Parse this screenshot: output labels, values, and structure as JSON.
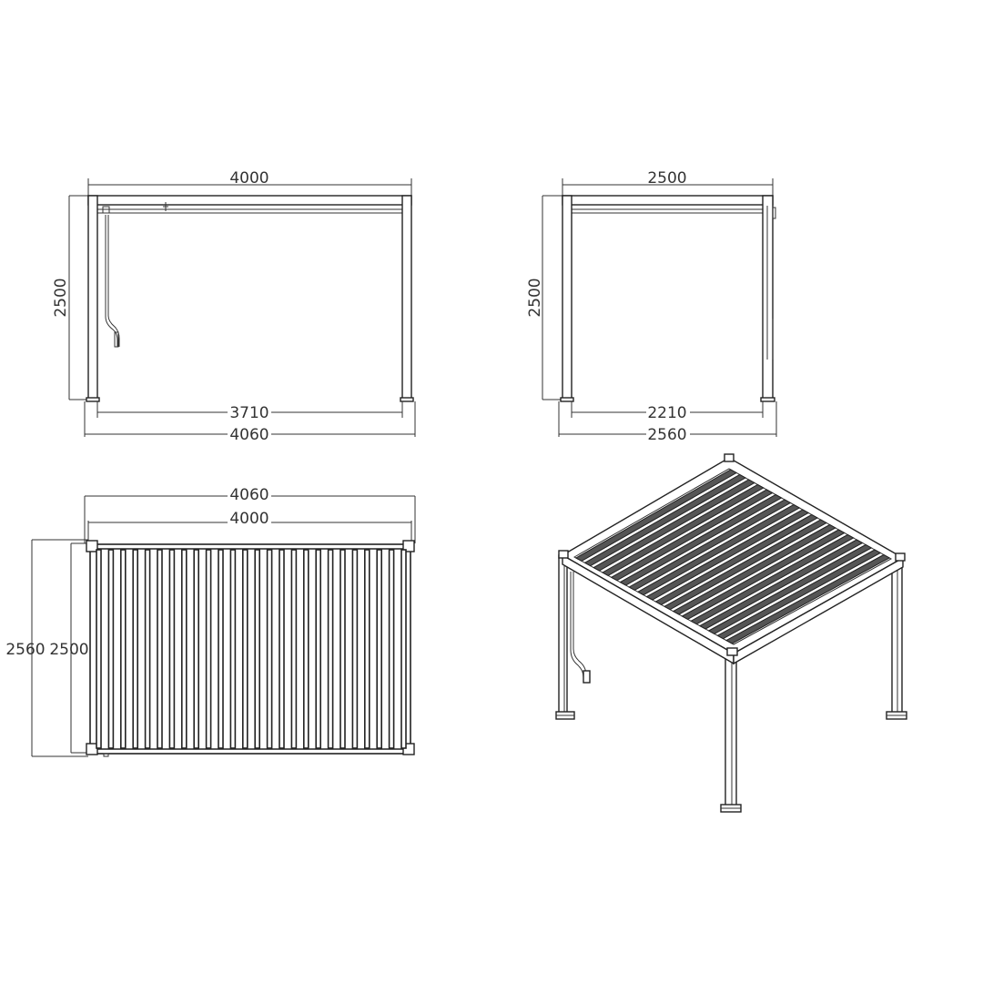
{
  "front_view": {
    "top_width": "4000",
    "height": "2500",
    "inner_width": "3710",
    "base_width": "4060"
  },
  "side_view": {
    "top_width": "2500",
    "height": "2500",
    "inner_width": "2210",
    "base_width": "2560"
  },
  "top_view": {
    "outer_width": "4060",
    "inner_width": "4000",
    "outer_depth": "2560",
    "inner_depth": "2500",
    "slat_count": 26
  }
}
